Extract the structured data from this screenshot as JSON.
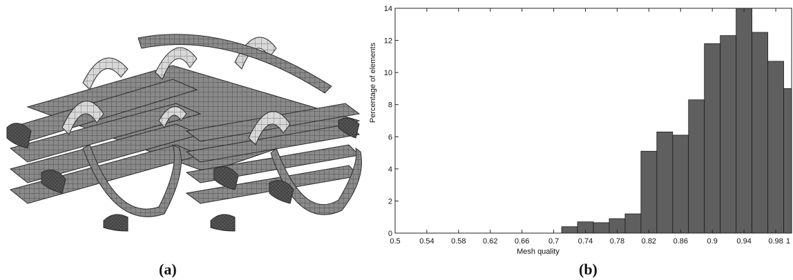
{
  "captions": {
    "left": "(a)",
    "right": "(b)"
  },
  "chart_data": {
    "type": "bar",
    "title": "",
    "xlabel": "Mesh quality",
    "ylabel": "Percentage of elements",
    "xlim": [
      0.5,
      1.0
    ],
    "ylim": [
      0,
      14
    ],
    "xticks": [
      "0.5",
      "0.54",
      "0.58",
      "0.62",
      "0.66",
      "0.7",
      "0.74",
      "0.78",
      "0.82",
      "0.86",
      "0.9",
      "0.94",
      "0.98",
      "1"
    ],
    "yticks": [
      "0",
      "2",
      "4",
      "6",
      "8",
      "10",
      "12",
      "14"
    ],
    "bin_width": 0.02,
    "bins": [
      {
        "x": 0.7,
        "y": 0.0
      },
      {
        "x": 0.72,
        "y": 0.4
      },
      {
        "x": 0.74,
        "y": 0.7
      },
      {
        "x": 0.76,
        "y": 0.65
      },
      {
        "x": 0.78,
        "y": 0.9
      },
      {
        "x": 0.8,
        "y": 1.2
      },
      {
        "x": 0.82,
        "y": 5.1
      },
      {
        "x": 0.84,
        "y": 6.3
      },
      {
        "x": 0.86,
        "y": 6.1
      },
      {
        "x": 0.88,
        "y": 8.3
      },
      {
        "x": 0.9,
        "y": 11.8
      },
      {
        "x": 0.92,
        "y": 12.3
      },
      {
        "x": 0.94,
        "y": 14.0
      },
      {
        "x": 0.96,
        "y": 12.5
      },
      {
        "x": 0.98,
        "y": 10.7
      },
      {
        "x": 1.0,
        "y": 9.0
      }
    ],
    "bar_color": "#5f5f5f",
    "grid": false
  }
}
